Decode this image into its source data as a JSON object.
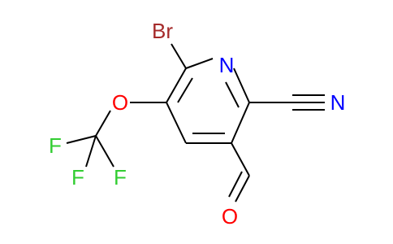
{
  "colors": {
    "bond": "#000000",
    "Br": "#a52a2a",
    "N": "#0000ff",
    "O": "#ff0000",
    "F": "#32cd32"
  },
  "atoms": {
    "Br": "Br",
    "N_ring": "N",
    "N_nitrile": "N",
    "O_ether": "O",
    "O_aldehyde": "O",
    "F1": "F",
    "F2": "F",
    "F3": "F"
  }
}
